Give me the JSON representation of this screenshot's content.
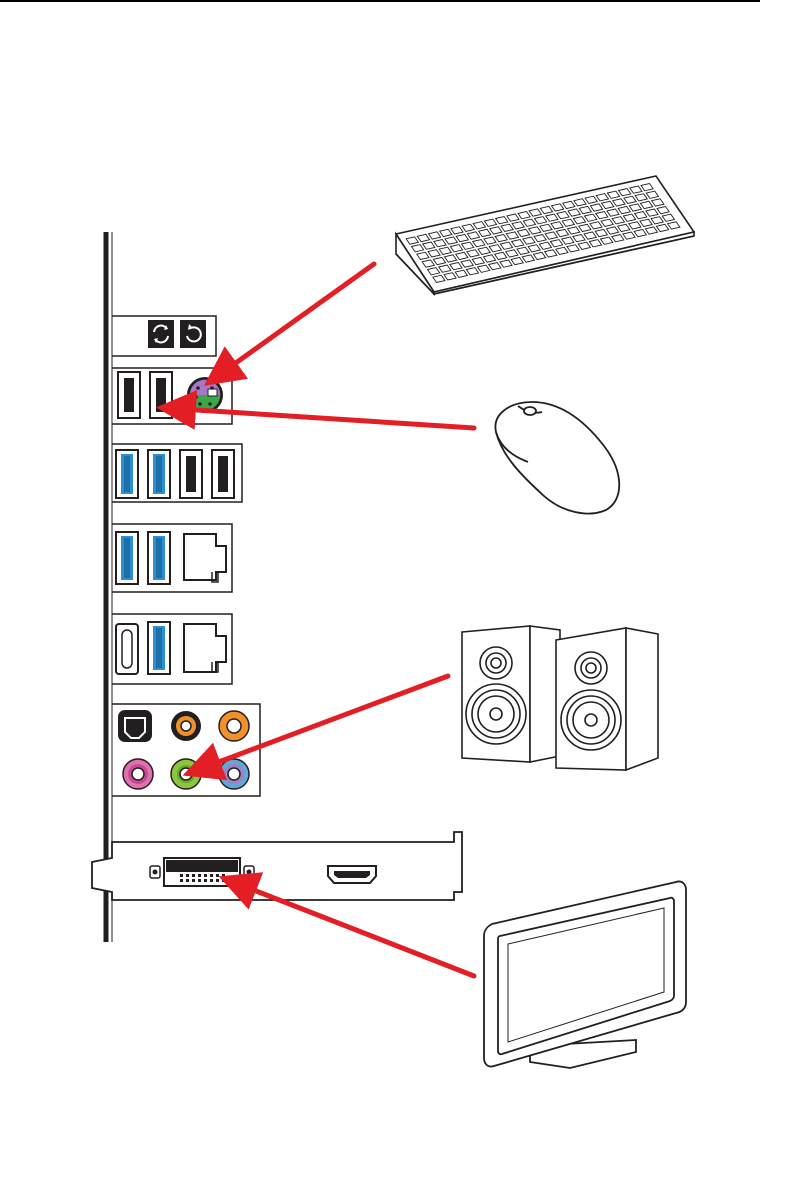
{
  "page": {
    "background": "#ffffff",
    "line_color": "#231f20",
    "arrow_color": "#e31e24"
  },
  "io_panel": {
    "port_colors": {
      "usb3_blue": "#2e8fd0",
      "ps2_purple": "#a878c8",
      "ps2_green": "#3aa84a",
      "audio_orange": "#f2912b",
      "audio_pink": "#e070b0",
      "audio_green": "#8cc63f",
      "audio_blue": "#5fa8d8",
      "optical_black": "#231f20"
    },
    "button_icons": [
      "clear-cmos-icon",
      "flash-bios-icon"
    ]
  },
  "devices": [
    "keyboard",
    "mouse",
    "speakers",
    "monitor"
  ],
  "connections": [
    {
      "device": "keyboard",
      "port": "ps2-port"
    },
    {
      "device": "mouse",
      "port": "usb-port"
    },
    {
      "device": "speakers",
      "port": "audio-line-out"
    },
    {
      "device": "monitor",
      "port": "dvi-port"
    }
  ],
  "graphics_card_ports": [
    "dvi-port",
    "hdmi-port"
  ]
}
